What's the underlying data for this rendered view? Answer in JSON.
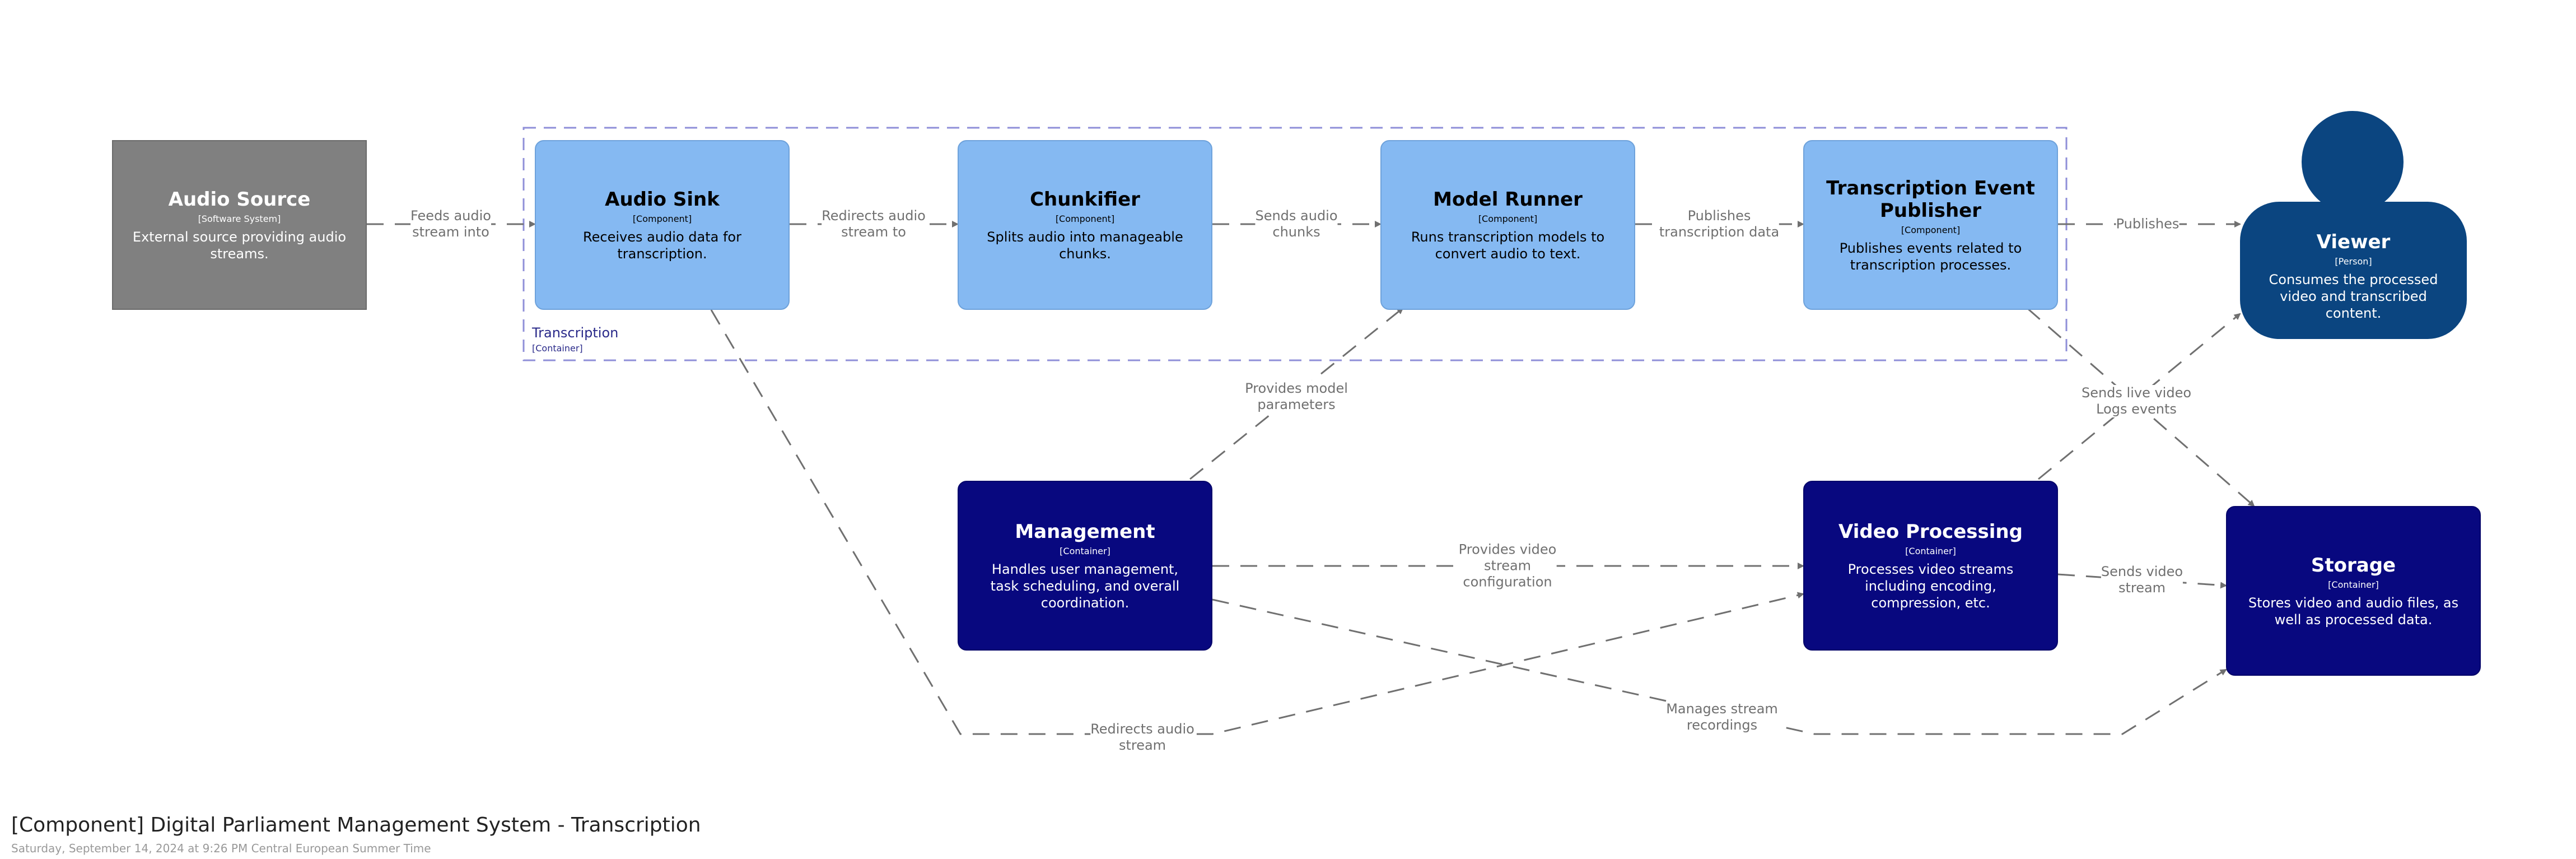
{
  "diagram": {
    "boundary": {
      "name": "Transcription",
      "tag": "[Container]"
    },
    "nodes": {
      "audio_source": {
        "name": "Audio Source",
        "tag": "[Software System]",
        "desc": "External source providing audio streams."
      },
      "audio_sink": {
        "name": "Audio Sink",
        "tag": "[Component]",
        "desc": "Receives audio data for transcription."
      },
      "chunkifier": {
        "name": "Chunkifier",
        "tag": "[Component]",
        "desc": "Splits audio into manageable chunks."
      },
      "model_runner": {
        "name": "Model Runner",
        "tag": "[Component]",
        "desc": "Runs transcription models to convert audio to text."
      },
      "publisher": {
        "name": "Transcription Event Publisher",
        "tag": "[Component]",
        "desc": "Publishes events related to transcription processes."
      },
      "viewer": {
        "name": "Viewer",
        "tag": "[Person]",
        "desc": "Consumes the processed video and transcribed content."
      },
      "management": {
        "name": "Management",
        "tag": "[Container]",
        "desc": "Handles user management, task scheduling, and overall coordination."
      },
      "video_processing": {
        "name": "Video Processing",
        "tag": "[Container]",
        "desc": "Processes video streams including encoding, compression, etc."
      },
      "storage": {
        "name": "Storage",
        "tag": "[Container]",
        "desc": "Stores video and audio files, as well as processed data."
      }
    },
    "edges": {
      "feeds": "Feeds audio\nstream into",
      "redirects_to": "Redirects audio\nstream to",
      "sends_chunks": "Sends audio\nchunks",
      "publishes_data": "Publishes\ntranscription data",
      "publishes": "Publishes",
      "model_params": "Provides model\nparameters",
      "live_logs": "Sends live video\nLogs events",
      "video_config": "Provides video\nstream\nconfiguration",
      "sends_video": "Sends video\nstream",
      "manages_recordings": "Manages stream\nrecordings",
      "redirects_audio": "Redirects audio\nstream"
    }
  },
  "footer": {
    "title": "[Component] Digital Parliament Management System - Transcription",
    "subtitle": "Saturday, September 14, 2024 at 9:26 PM Central European Summer Time"
  }
}
